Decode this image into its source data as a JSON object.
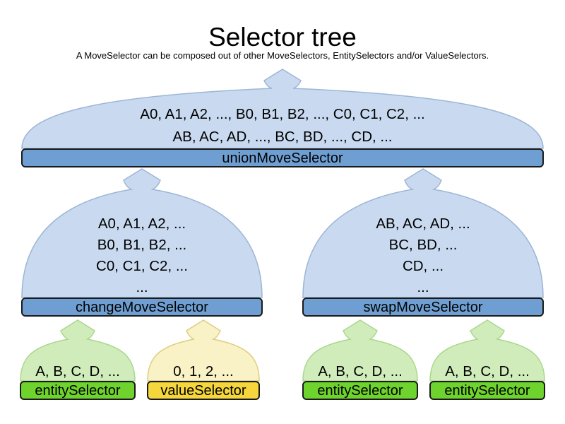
{
  "title": "Selector tree",
  "subtitle": "A MoveSelector can be composed out of other MoveSelectors, EntitySelectors and/or ValueSelectors.",
  "colors": {
    "blue_funnel_fill": "#c9daf0",
    "blue_funnel_border": "#9db5d6",
    "blue_bar": "#6f9fd2",
    "green_funnel_fill": "#d0ecba",
    "green_funnel_border": "#a9d78d",
    "green_bar": "#6fd32e",
    "yellow_funnel_fill": "#f8f2c6",
    "yellow_funnel_border": "#ddcd7d",
    "yellow_bar": "#f5d73d",
    "bar_border": "#1a1a1a",
    "text": "#000000"
  },
  "funnels": {
    "union": {
      "label": "unionMoveSelector",
      "lines": [
        "A0, A1, A2, ..., B0, B1, B2, ..., C0, C1, C2, ...",
        "AB, AC, AD, ..., BC, BD, ..., CD, ..."
      ]
    },
    "change": {
      "label": "changeMoveSelector",
      "lines": [
        "A0, A1, A2, ...",
        "B0, B1, B2, ...",
        "C0, C1, C2, ...",
        "..."
      ]
    },
    "swap": {
      "label": "swapMoveSelector",
      "lines": [
        "AB, AC, AD, ...",
        "BC, BD, ...",
        "CD, ...",
        "..."
      ]
    },
    "entity1": {
      "label": "entitySelector",
      "lines": [
        "A, B, C, D, ..."
      ]
    },
    "value1": {
      "label": "valueSelector",
      "lines": [
        "0, 1, 2, ..."
      ]
    },
    "entity2": {
      "label": "entitySelector",
      "lines": [
        "A, B, C, D, ..."
      ]
    },
    "entity3": {
      "label": "entitySelector",
      "lines": [
        "A, B, C, D, ..."
      ]
    }
  }
}
